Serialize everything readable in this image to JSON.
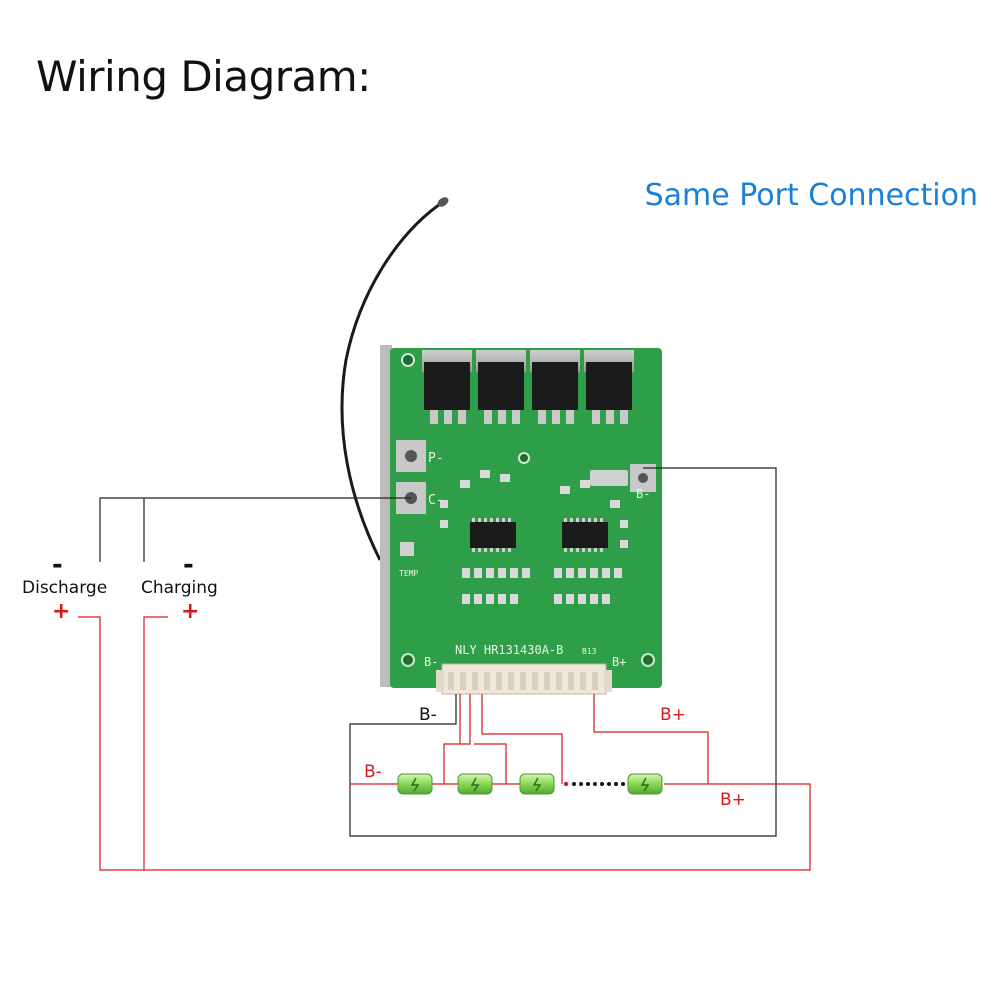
{
  "header": {
    "title": "Wiring Diagram:",
    "subtitle": "Same Port Connection"
  },
  "board": {
    "model": "NLY HR131430A-B",
    "label_p": "P-",
    "label_c": "C-",
    "label_b_minus_right": "B-",
    "label_temp": "TEMP",
    "label_connector_b_minus": "B-",
    "label_connector_b_plus": "B+",
    "label_b13": "B13"
  },
  "ports": {
    "discharge": {
      "label": "Discharge",
      "neg": "-",
      "pos": "+"
    },
    "charging": {
      "label": "Charging",
      "neg": "-",
      "pos": "+"
    }
  },
  "wire_labels": {
    "b_minus_black": "B-",
    "b_plus_top": "B+",
    "b_minus_red": "B-",
    "b_plus_bottom": "B+"
  },
  "colors": {
    "pcb": "#2e9e48",
    "wire_black": "#222222",
    "wire_red": "#d61a1a",
    "title_blue": "#1a7fd6",
    "cell": "#8edc5a"
  },
  "cells": {
    "count_drawn": 4
  }
}
